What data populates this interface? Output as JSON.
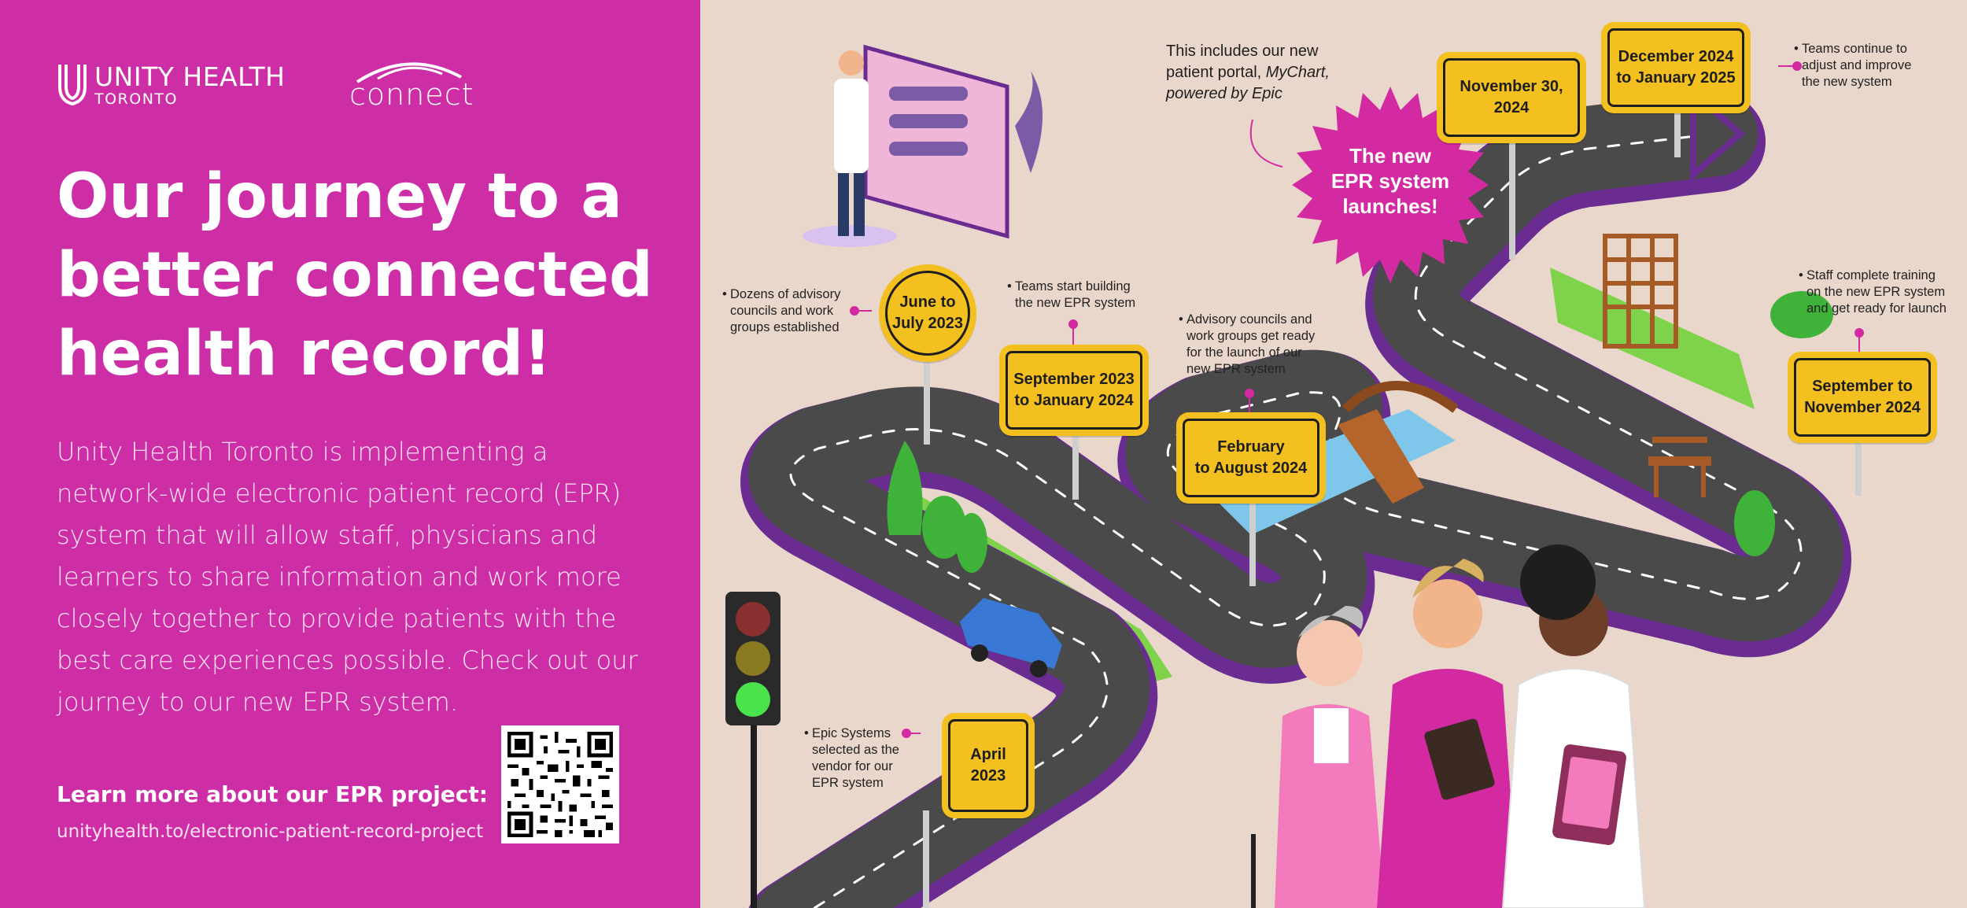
{
  "brand": {
    "name": "UNITY HEALTH",
    "city": "TORONTO",
    "connect": "connect"
  },
  "headline": {
    "line1": "Our journey to a",
    "line2": "better connected",
    "line3": "health record!"
  },
  "description": "Unity Health Toronto is implementing a network-wide electronic patient record (EPR) system that will allow staff, physicians and learners to share information and work more closely together to provide patients with the best care experiences possible. Check out our journey to our new EPR system.",
  "learn_more": {
    "label": "Learn more about our EPR project:",
    "url": "unityhealth.to/electronic-patient-record-project"
  },
  "portal_note": {
    "line1": "This includes our new",
    "line2_pre": "patient portal, ",
    "line2_italic": "MyChart,",
    "line3": "powered by Epic"
  },
  "launch_burst": {
    "line1": "The new",
    "line2": "EPR system",
    "line3": "launches!"
  },
  "milestones": [
    {
      "date1": "April",
      "date2": "2023",
      "note": [
        "Epic Systems",
        "selected as the",
        "vendor for our",
        "EPR system"
      ]
    },
    {
      "date1": "June to",
      "date2": "July 2023",
      "note": [
        "Dozens of advisory",
        "councils and work",
        "groups established"
      ]
    },
    {
      "date1": "September 2023",
      "date2": "to January 2024",
      "note": [
        "Teams start building",
        "the new EPR system"
      ]
    },
    {
      "date1": "February",
      "date2": "to August 2024",
      "note": [
        "Advisory councils and",
        "work groups get ready",
        "for the launch of our",
        "new EPR system"
      ]
    },
    {
      "date1": "September to",
      "date2": "November 2024",
      "note": [
        "Staff complete training",
        "on the new EPR system",
        "and get ready for launch"
      ]
    },
    {
      "date1": "November 30,",
      "date2": "2024",
      "note": []
    },
    {
      "date1": "December 2024",
      "date2": "to January 2025",
      "note": [
        "Teams continue to",
        "adjust and improve",
        "the new system"
      ]
    }
  ],
  "colors": {
    "brand_pink": "#cd2ea6",
    "sign_yellow": "#f3c01f",
    "road_purple": "#6a2c91",
    "road_grey": "#4a4a4a",
    "grass": "#7fd34b",
    "background": "#ead7cb"
  },
  "icons": [
    "unity-health-logo-icon",
    "connect-arc-icon",
    "qr-code-icon",
    "traffic-light-icon",
    "car-icon",
    "bridge-icon",
    "bench-icon",
    "tree-icon",
    "arrow-icon",
    "physician-illustration",
    "patient-illustration",
    "nurse-illustration"
  ]
}
